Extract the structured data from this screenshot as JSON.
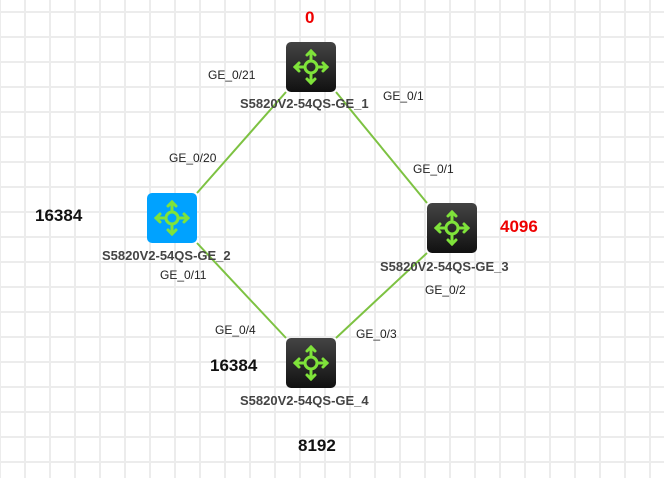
{
  "colors": {
    "link": "#7dc242",
    "selected": "#00a2ff",
    "root_priority": "#ee0000"
  },
  "nodes": [
    {
      "name": "S5820V2-54QS-GE_1",
      "priority": "0",
      "icon": "switch-icon"
    },
    {
      "name": "S5820V2-54QS-GE_2",
      "priority": "16384",
      "icon": "switch-icon"
    },
    {
      "name": "S5820V2-54QS-GE_3",
      "priority": "4096",
      "icon": "switch-icon"
    },
    {
      "name": "S5820V2-54QS-GE_4",
      "priority": "16384",
      "icon": "switch-icon"
    }
  ],
  "extra_priority": "8192",
  "ports": {
    "n1_to_n2": "GE_0/21",
    "n2_to_n1": "GE_0/20",
    "n1_to_n3": "GE_0/1",
    "n3_to_n1": "GE_0/1",
    "n2_to_n4": "GE_0/11",
    "n4_to_n2": "GE_0/4",
    "n3_to_n4": "GE_0/2",
    "n4_to_n3": "GE_0/3"
  }
}
